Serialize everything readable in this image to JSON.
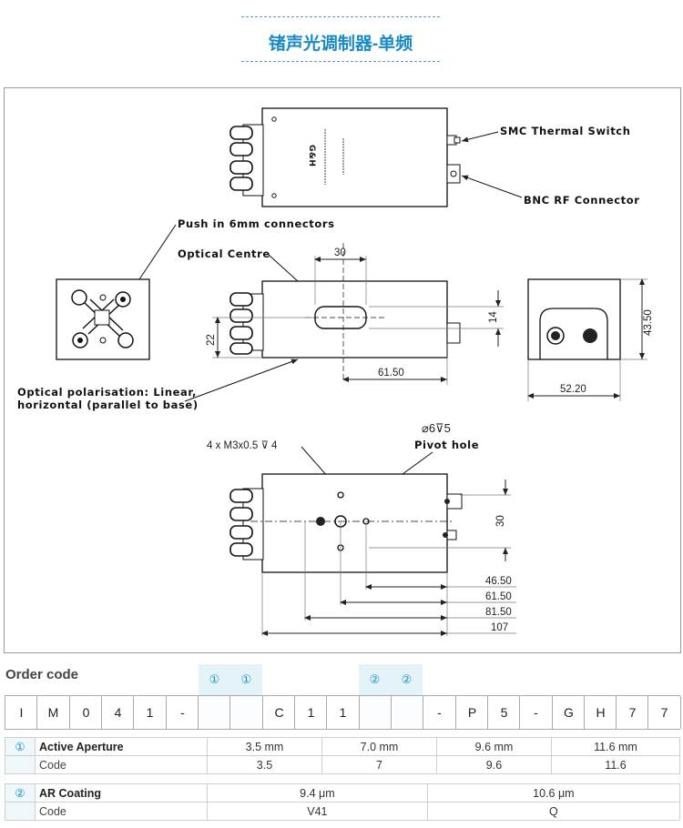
{
  "page": {
    "title": "锗声光调制器-单频"
  },
  "drawing": {
    "labels": {
      "smc": "SMC Thermal Switch",
      "bnc": "BNC RF Connector",
      "push": "Push in 6mm connectors",
      "optical_centre": "Optical Centre",
      "polarisation_line1": "Optical polarisation: Linear,",
      "polarisation_line2": "horizontal (parallel to base)",
      "m3": "4 x M3x0.5  ⊽ 4",
      "pivot_dim": "⌀6⊽5",
      "pivot": "Pivot hole",
      "logo": "G&H"
    },
    "dims": {
      "d30_top": "30",
      "d14": "14",
      "d22": "22",
      "d61_50_mid": "61.50",
      "d43_50": "43.50",
      "d52_20": "52.20",
      "d30_bottom": "30",
      "d46_50": "46.50",
      "d61_50": "61.50",
      "d81_50": "81.50",
      "d107": "107"
    }
  },
  "order": {
    "title": "Order code",
    "markers": [
      "①",
      "①",
      "②",
      "②"
    ],
    "code_cells": [
      "I",
      "M",
      "0",
      "4",
      "1",
      "-",
      "",
      "",
      "C",
      "1",
      "1",
      "",
      "",
      "-",
      "P",
      "5",
      "-",
      "G",
      "H",
      "7",
      "7"
    ]
  },
  "aperture_table": {
    "num": "①",
    "title": "Active Aperture",
    "values": [
      "3.5 mm",
      "7.0 mm",
      "9.6 mm",
      "11.6 mm"
    ],
    "code_label": "Code",
    "codes": [
      "3.5",
      "7",
      "9.6",
      "11.6"
    ]
  },
  "coating_table": {
    "num": "②",
    "title": "AR Coating",
    "values": [
      "9.4 μm",
      "10.6 μm"
    ],
    "code_label": "Code",
    "codes": [
      "V41",
      "Q"
    ]
  }
}
